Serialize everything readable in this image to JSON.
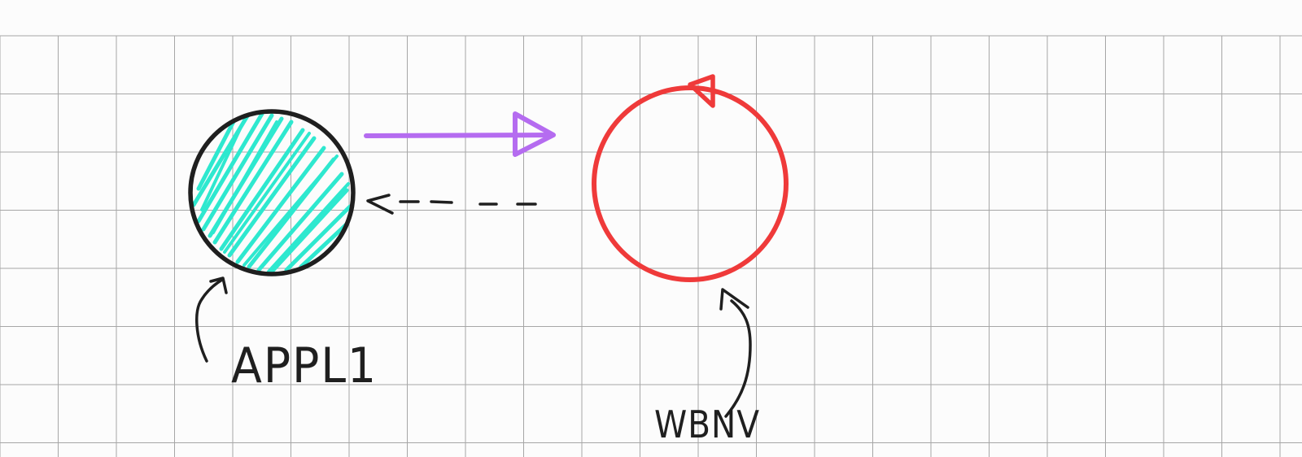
{
  "diagram": {
    "background_color": "#fcfcfc",
    "grid": {
      "visible": true,
      "line_color": "#a6a6a6"
    },
    "nodes": [
      {
        "id": "appl1",
        "label": "APPL1",
        "shape": "circle",
        "stroke_color": "#1f1f1f",
        "fill_style": "hatched",
        "fill_color": "#2ee8cf"
      },
      {
        "id": "wbnv",
        "label": "WBNV",
        "shape": "circle",
        "stroke_color": "#ef3a3a",
        "fill_style": "none",
        "has_self_loop_arrow": true
      }
    ],
    "edges": [
      {
        "from": "appl1",
        "to": "wbnv",
        "style": "solid",
        "color": "#b56cf0",
        "head": "open-triangle"
      },
      {
        "from": "wbnv",
        "to": "appl1",
        "style": "dashed",
        "color": "#1f1f1f",
        "head": "open-chevron"
      }
    ]
  }
}
